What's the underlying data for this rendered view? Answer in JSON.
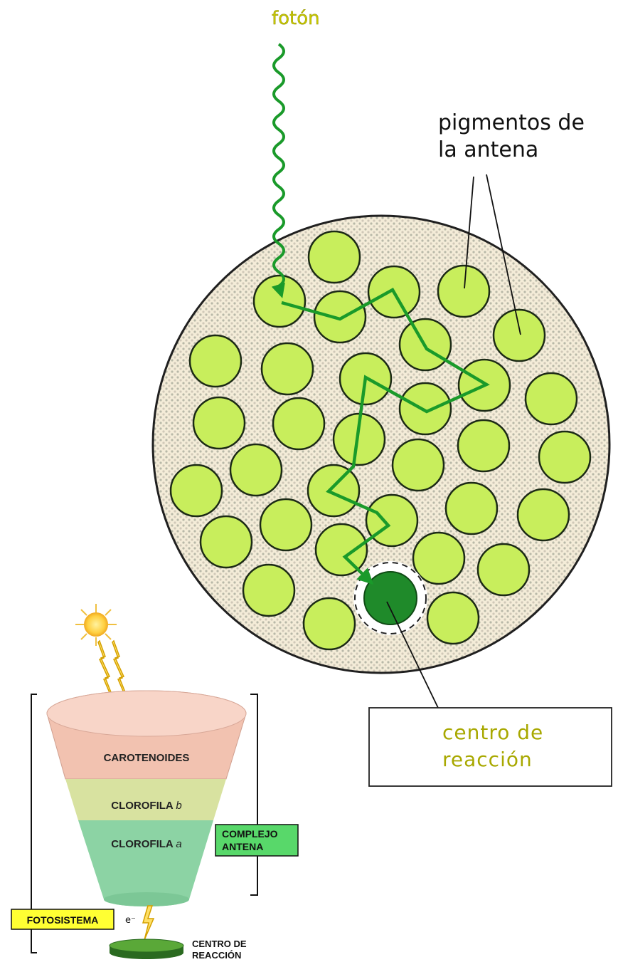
{
  "labels": {
    "photon": "fotón",
    "antenna_pigments_line1": "pigmentos de",
    "antenna_pigments_line2": "la antena",
    "reaction_center_line1": "centro de",
    "reaction_center_line2": "reacción"
  },
  "funnel": {
    "carotenoids": "CAROTENOIDES",
    "chlorophyll_b_prefix": "CLOROFILA",
    "chlorophyll_b_italic": "b",
    "chlorophyll_a_prefix": "CLOROFILA",
    "chlorophyll_a_italic": "a",
    "antenna_complex_line1": "COMPLEJO",
    "antenna_complex_line2": "ANTENA",
    "photosystem": "FOTOSISTEMA",
    "electron": "e⁻",
    "reaction_center_line1": "CENTRO DE",
    "reaction_center_line2": "REACCIÓN"
  },
  "colors": {
    "photon_text": "#c8c800",
    "pigment_fill": "#c8ee5c",
    "pigment_stroke": "#1c2a16",
    "reaction_center": "#1f8a2a",
    "energy_path": "#1a9a2a",
    "carotenoid_band": "#f2c2b0",
    "chl_b_band": "#d8e2a0",
    "chl_a_band": "#8cd3a4",
    "antenna_label_bg": "#58d86a",
    "photosystem_label_bg": "#ffff33",
    "reaction_text": "#a8a800"
  }
}
